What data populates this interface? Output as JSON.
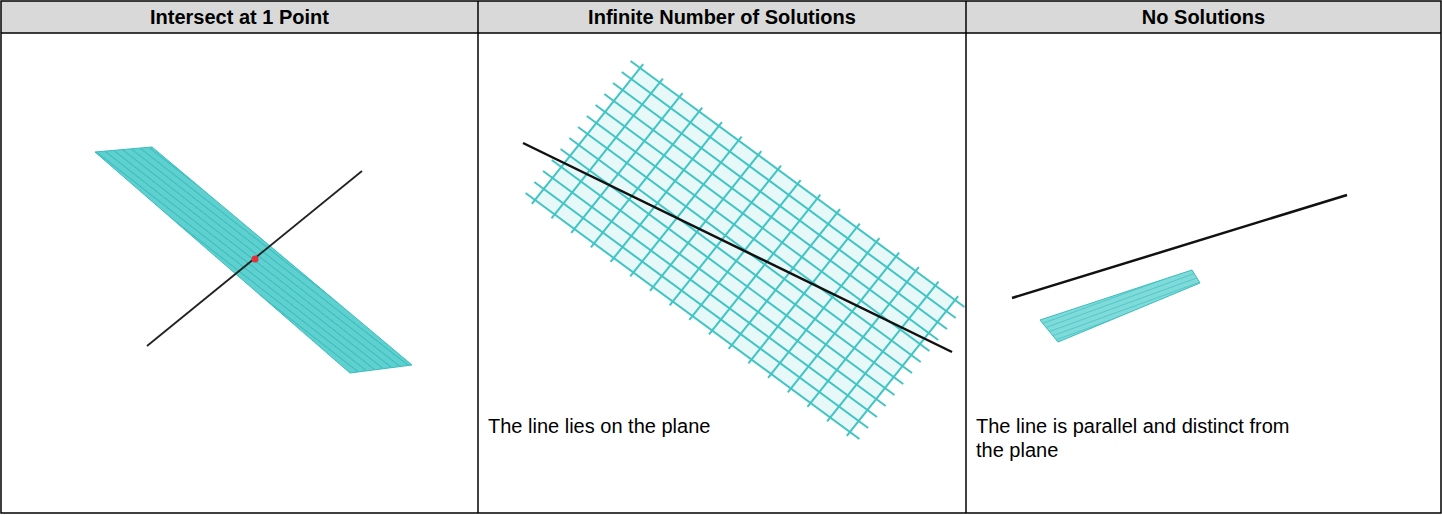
{
  "diagram": {
    "labels": [
      "Intersect at 1 Point",
      "Infinite Number of Solutions",
      "No Solutions",
      "The line lies on the plane",
      "The line is parallel and distinct from the plane"
    ]
  }
}
